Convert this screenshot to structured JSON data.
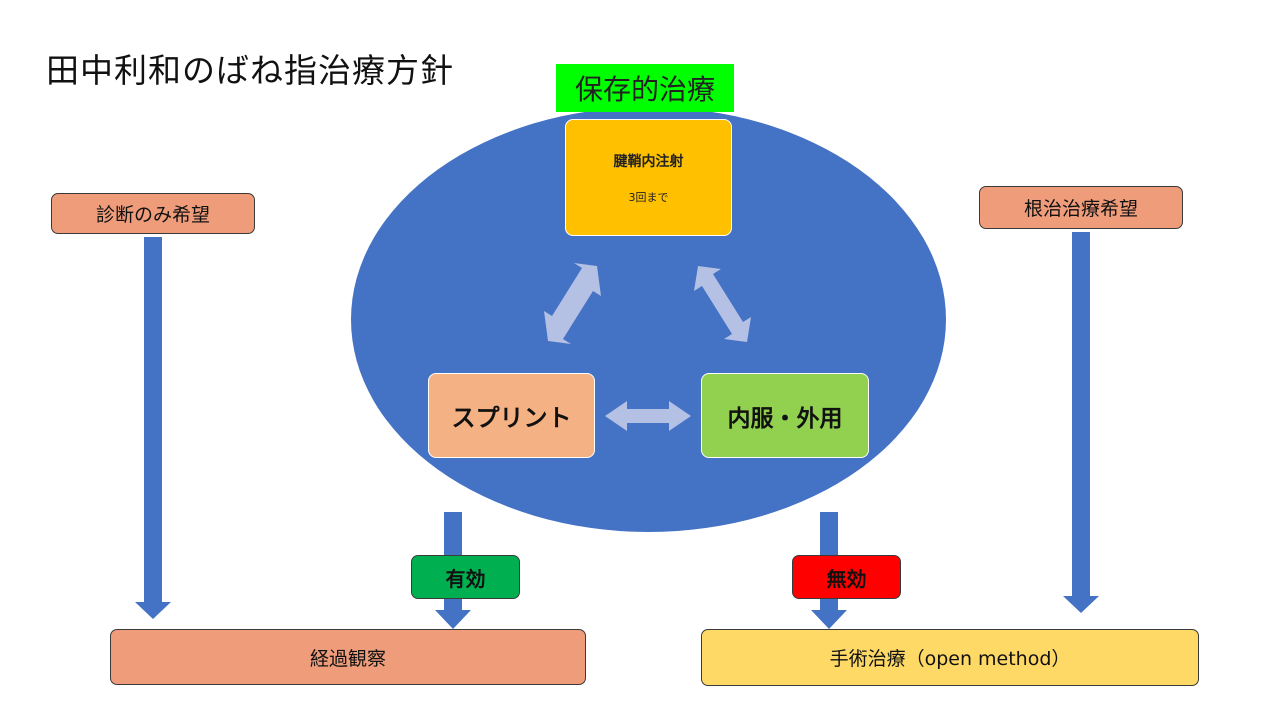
{
  "title": "田中利和のばね指治療方針",
  "conservative": {
    "label": "保存的治療",
    "injection": {
      "label": "腱鞘内注射",
      "note": "3回まで"
    },
    "splint": "スプリント",
    "medication": "内服・外用"
  },
  "left_branch": {
    "label": "診断のみ希望"
  },
  "right_branch": {
    "label": "根治治療希望"
  },
  "outcomes": {
    "effective": "有効",
    "ineffective": "無効"
  },
  "results": {
    "observation": "経過観察",
    "surgery": "手術治療（open method）"
  },
  "colors": {
    "ellipse": "#4472c4",
    "arrow": "#4472c4",
    "cycle_arrow": "#b4c0e4",
    "highlight_label": "#00ff00",
    "injection": "#ffc000",
    "splint": "#f4b183",
    "medication": "#92d050",
    "wish_box": "#ef9c7b",
    "surgery_box": "#ffd966",
    "effective": "#00b050",
    "ineffective": "#ff0000"
  }
}
